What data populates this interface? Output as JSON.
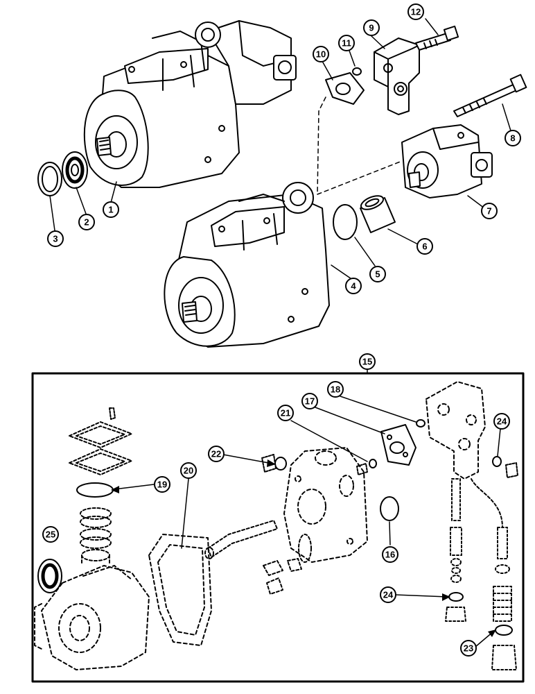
{
  "diagram": {
    "callouts": [
      {
        "id": "c1",
        "label": "1"
      },
      {
        "id": "c2",
        "label": "2"
      },
      {
        "id": "c3",
        "label": "3"
      },
      {
        "id": "c4",
        "label": "4"
      },
      {
        "id": "c5",
        "label": "5"
      },
      {
        "id": "c6",
        "label": "6"
      },
      {
        "id": "c7",
        "label": "7"
      },
      {
        "id": "c8",
        "label": "8"
      },
      {
        "id": "c9",
        "label": "9"
      },
      {
        "id": "c10",
        "label": "10"
      },
      {
        "id": "c11",
        "label": "11"
      },
      {
        "id": "c12",
        "label": "12"
      },
      {
        "id": "c15",
        "label": "15"
      },
      {
        "id": "c16",
        "label": "16"
      },
      {
        "id": "c17",
        "label": "17"
      },
      {
        "id": "c18",
        "label": "18"
      },
      {
        "id": "c19",
        "label": "19"
      },
      {
        "id": "c20",
        "label": "20"
      },
      {
        "id": "c21",
        "label": "21"
      },
      {
        "id": "c22",
        "label": "22"
      },
      {
        "id": "c23",
        "label": "23"
      },
      {
        "id": "c24a",
        "label": "24"
      },
      {
        "id": "c24b",
        "label": "24"
      },
      {
        "id": "c25",
        "label": "25"
      }
    ],
    "colors": {
      "line": "#000000",
      "paper": "#ffffff"
    }
  }
}
